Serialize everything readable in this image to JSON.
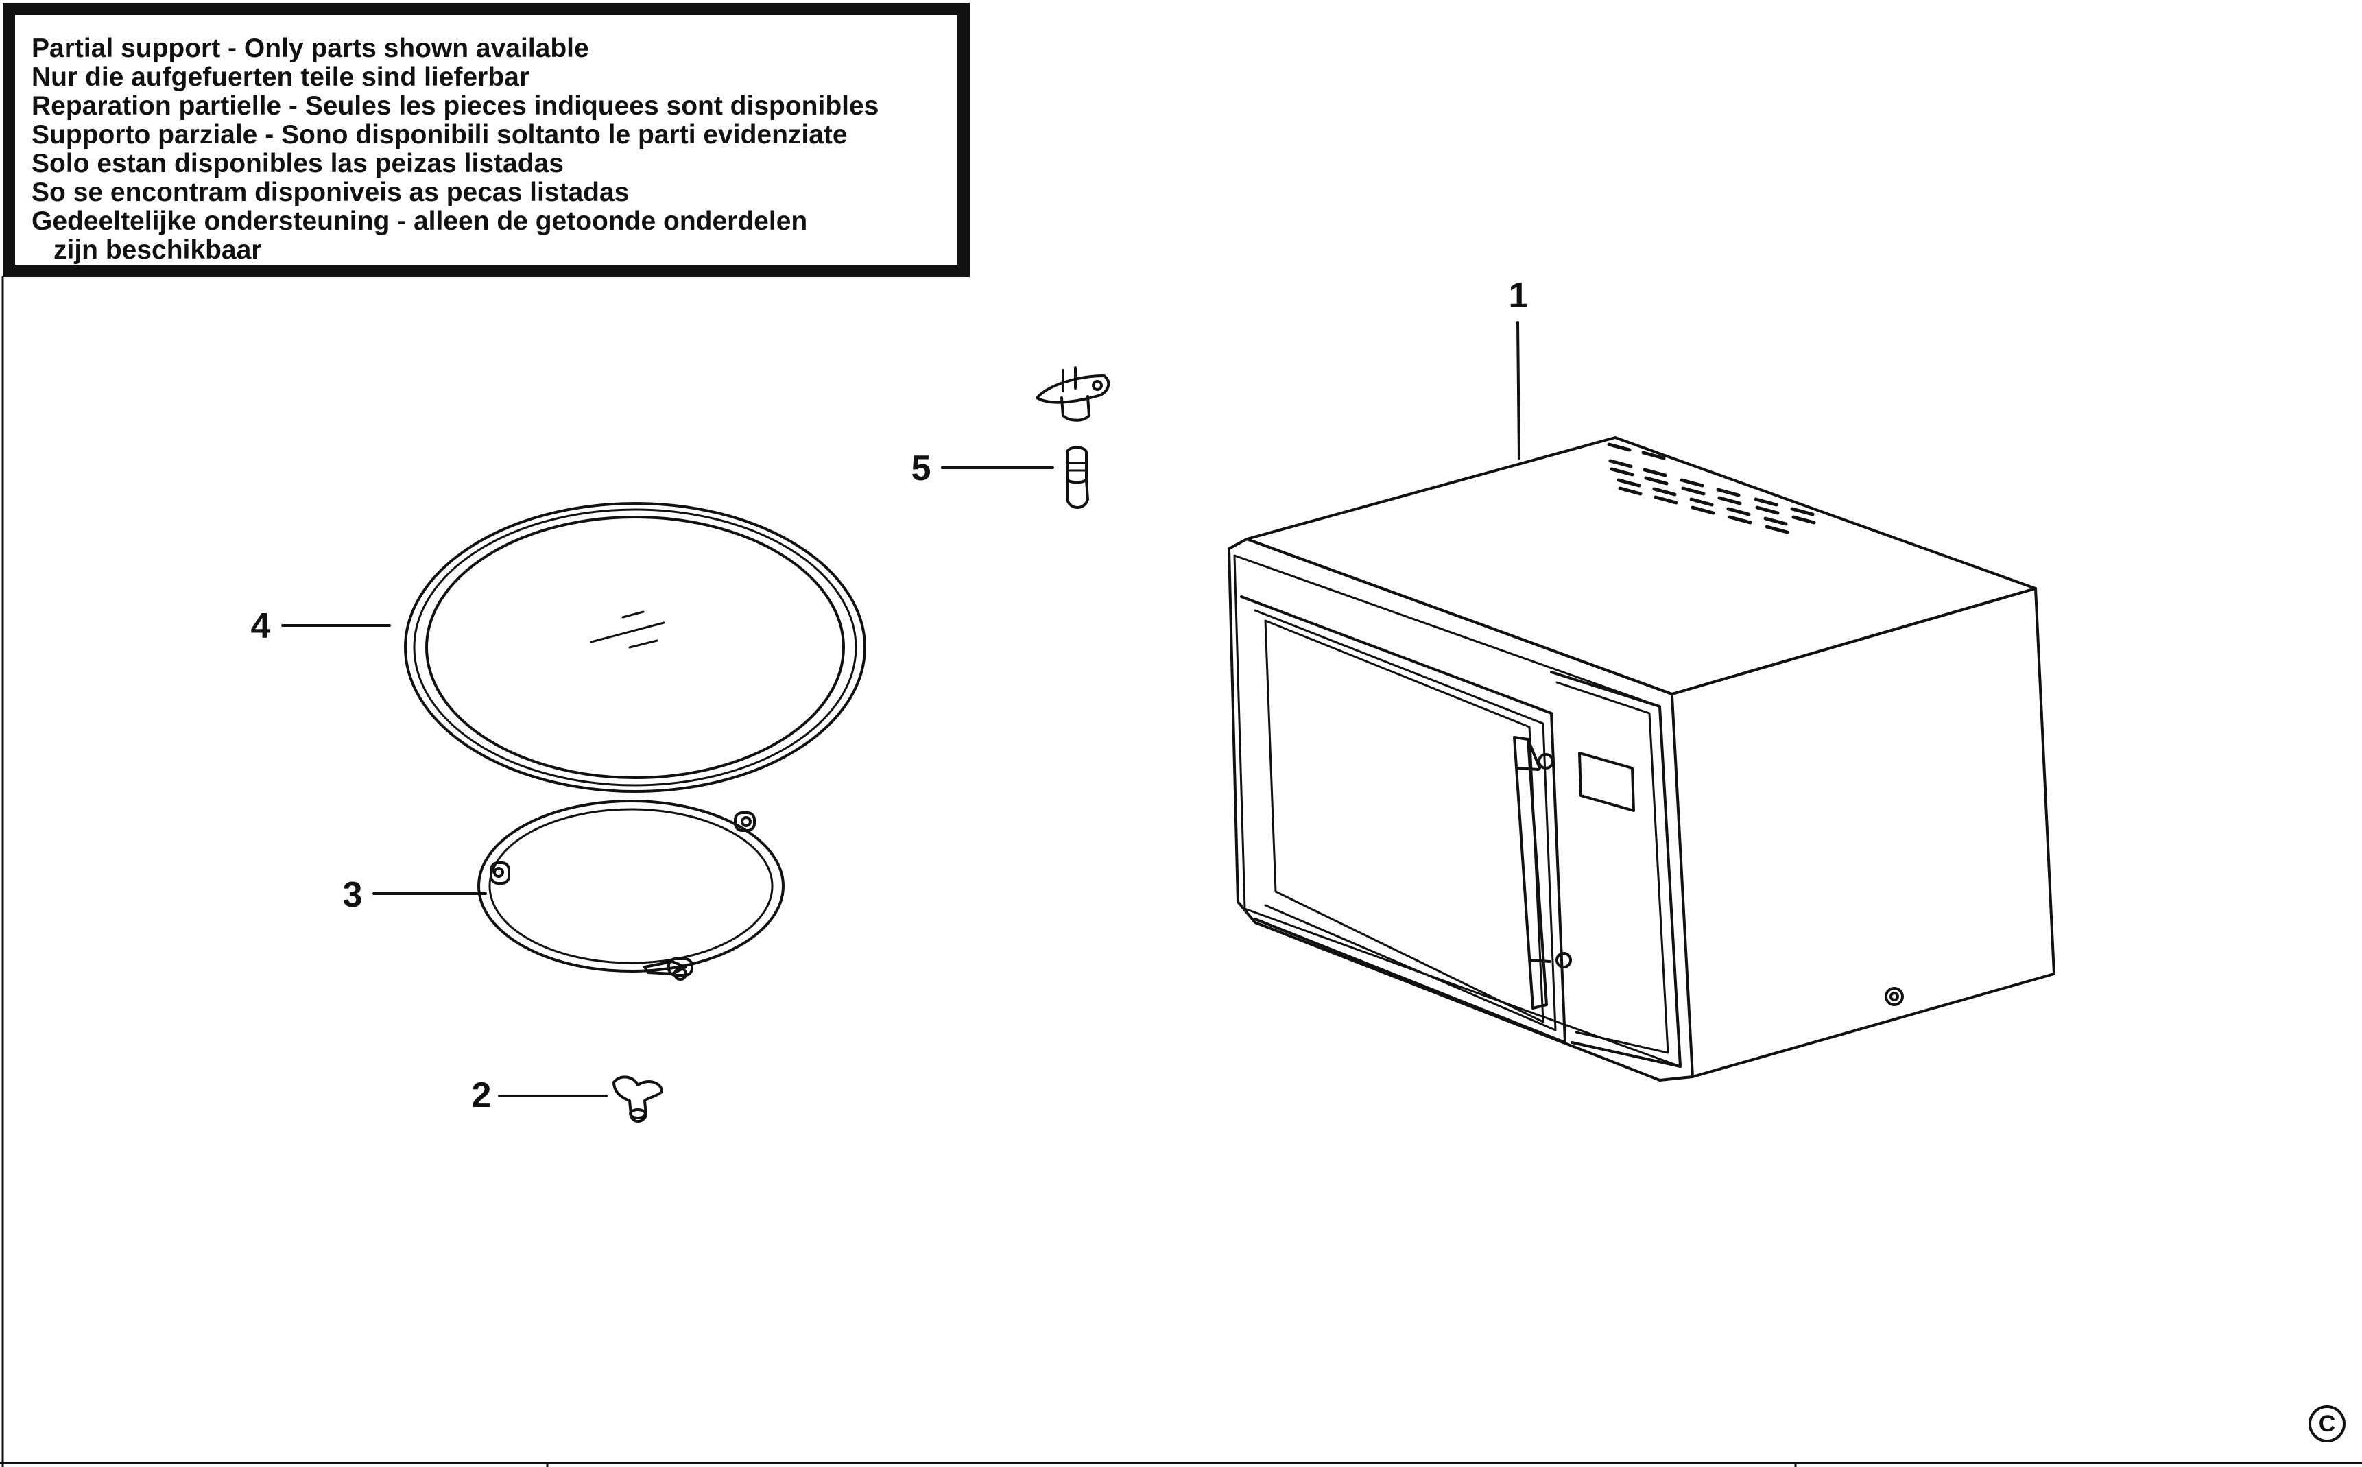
{
  "notice": {
    "lines": [
      "Partial support - Only parts shown available",
      "Nur die aufgefuerten teile sind lieferbar",
      "Reparation partielle - Seules les pieces indiquees sont disponibles",
      "Supporto parziale - Sono disponibili soltanto le parti evidenziate",
      "Solo estan disponibles las peizas listadas",
      "So se encontram disponiveis as pecas listadas",
      "Gedeeltelijke ondersteuning - alleen de getoonde onderdelen",
      "zijn beschikbaar"
    ]
  },
  "parts": [
    {
      "number": "1",
      "icon": "microwave-oven"
    },
    {
      "number": "2",
      "icon": "turntable-coupler"
    },
    {
      "number": "3",
      "icon": "roller-ring"
    },
    {
      "number": "4",
      "icon": "glass-turntable-plate"
    },
    {
      "number": "5",
      "icon": "lamp-and-holder"
    }
  ],
  "copyright_symbol": "C"
}
